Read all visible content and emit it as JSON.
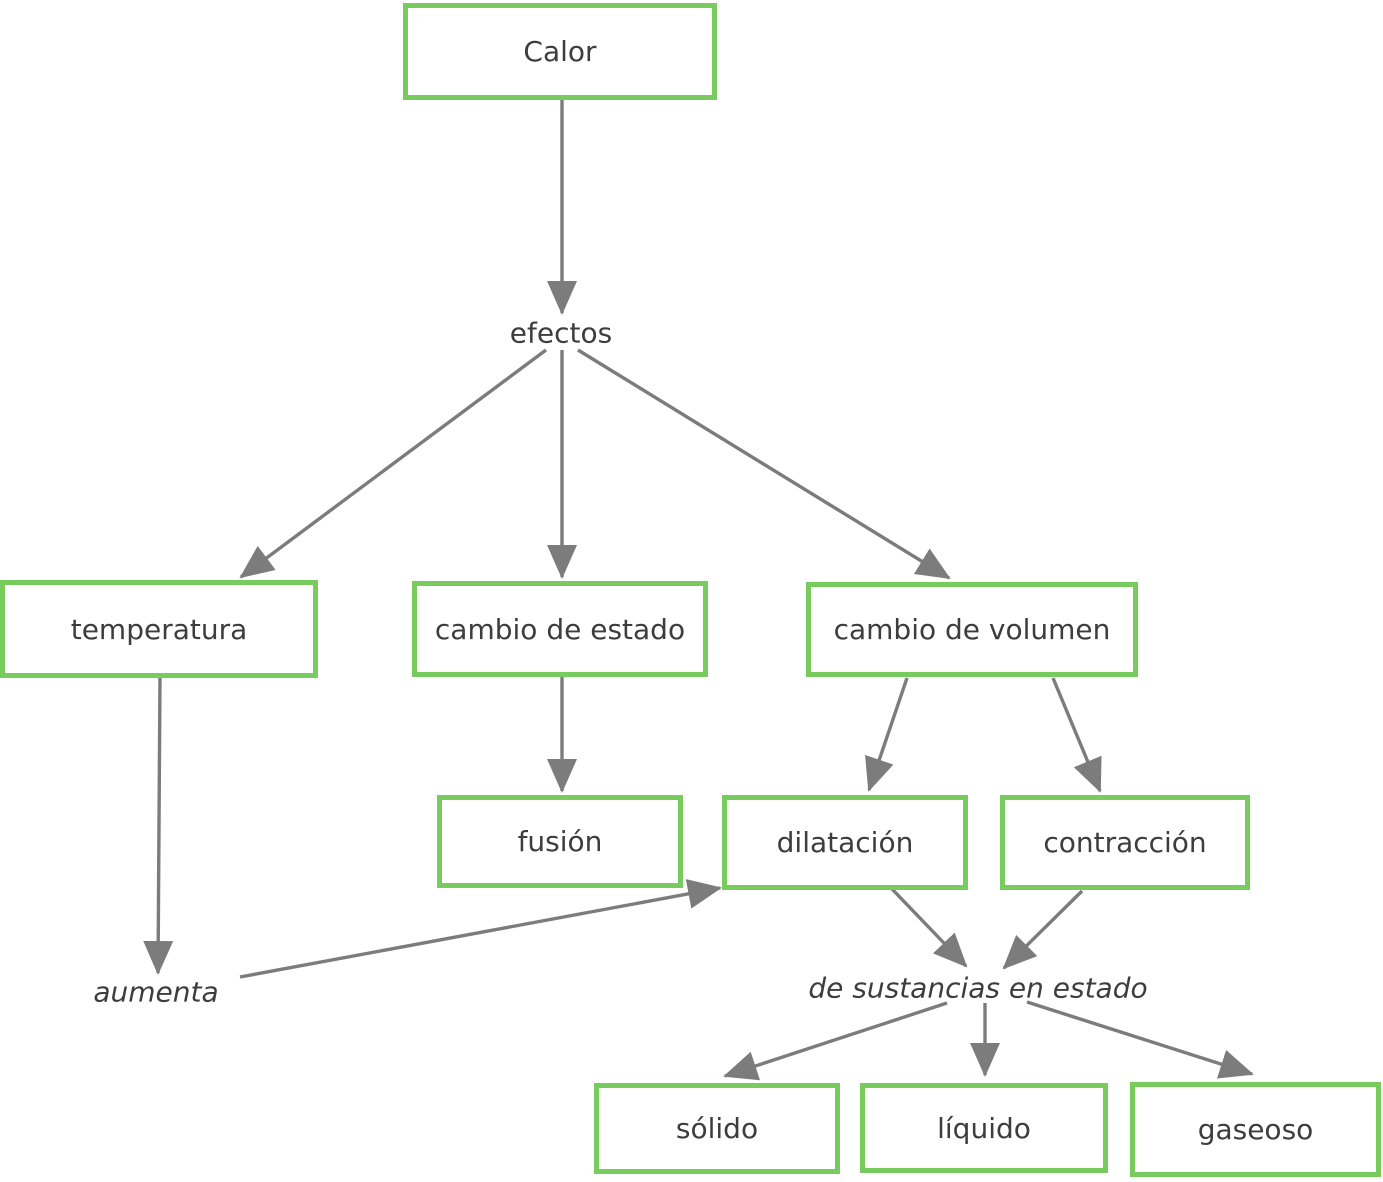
{
  "diagram": {
    "type": "concept-map",
    "language": "es",
    "colors": {
      "box_border": "#77cc5d",
      "box_fill": "#ffffff",
      "arrow": "#7c7c7c",
      "text": "#3d3d3d",
      "background": "#ffffff"
    },
    "nodes": {
      "calor": {
        "label": "Calor",
        "shape": "box"
      },
      "efectos": {
        "label": "efectos",
        "shape": "text"
      },
      "temperatura": {
        "label": "temperatura",
        "shape": "box"
      },
      "cambio_estado": {
        "label": "cambio de estado",
        "shape": "box"
      },
      "cambio_volumen": {
        "label": "cambio de volumen",
        "shape": "box"
      },
      "fusion": {
        "label": "fusión",
        "shape": "box"
      },
      "dilatacion": {
        "label": "dilatación",
        "shape": "box"
      },
      "contraccion": {
        "label": "contracción",
        "shape": "box"
      },
      "aumenta": {
        "label": "aumenta",
        "shape": "text-italic"
      },
      "sustancias": {
        "label": "de sustancias en estado",
        "shape": "text-italic"
      },
      "solido": {
        "label": "sólido",
        "shape": "box"
      },
      "liquido": {
        "label": "líquido",
        "shape": "box"
      },
      "gaseoso": {
        "label": "gaseoso",
        "shape": "box"
      }
    },
    "edges": [
      {
        "from": "calor",
        "to": "efectos"
      },
      {
        "from": "efectos",
        "to": "temperatura"
      },
      {
        "from": "efectos",
        "to": "cambio_estado"
      },
      {
        "from": "efectos",
        "to": "cambio_volumen"
      },
      {
        "from": "temperatura",
        "to": "aumenta"
      },
      {
        "from": "cambio_estado",
        "to": "fusion"
      },
      {
        "from": "cambio_volumen",
        "to": "dilatacion"
      },
      {
        "from": "cambio_volumen",
        "to": "contraccion"
      },
      {
        "from": "aumenta",
        "to": "dilatacion"
      },
      {
        "from": "dilatacion",
        "to": "sustancias"
      },
      {
        "from": "contraccion",
        "to": "sustancias"
      },
      {
        "from": "sustancias",
        "to": "solido"
      },
      {
        "from": "sustancias",
        "to": "liquido"
      },
      {
        "from": "sustancias",
        "to": "gaseoso"
      }
    ]
  }
}
